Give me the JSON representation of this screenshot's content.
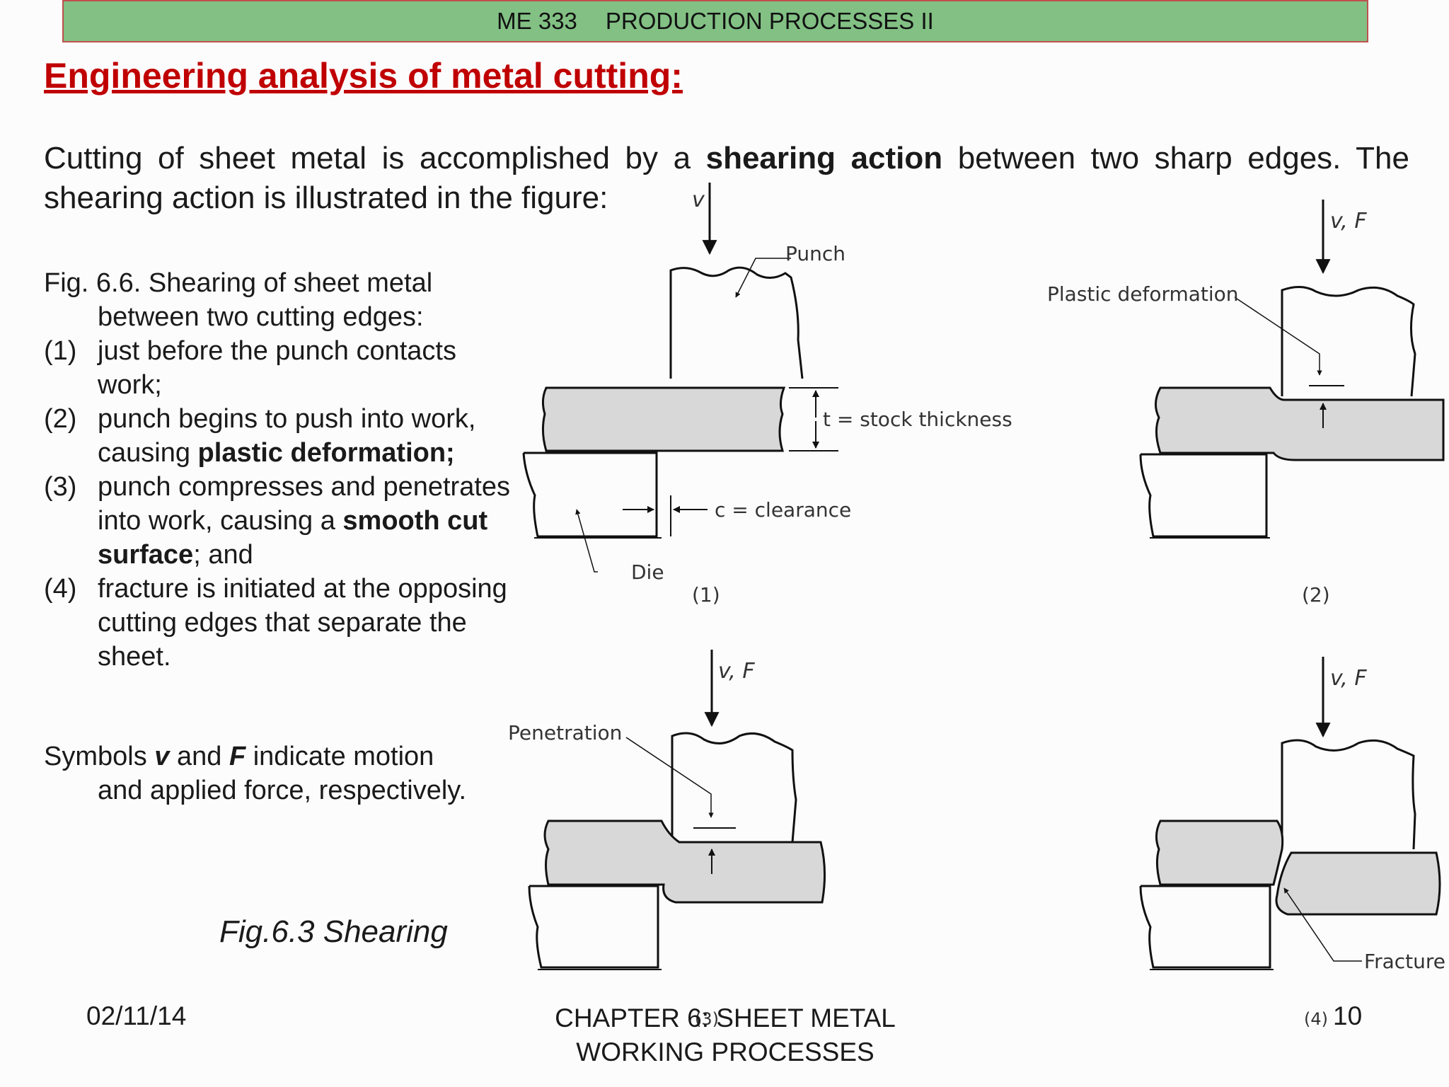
{
  "header": {
    "course": "ME 333",
    "subject": "PRODUCTION PROCESSES II"
  },
  "title": "Engineering analysis of metal cutting:",
  "intro": {
    "before": "Cutting of sheet metal is accomplished by a ",
    "bold": "shearing action",
    "after": " between two sharp edges. The shearing action is illustrated in the figure:"
  },
  "caption": {
    "lead_1": "Fig. 6.6. Shearing of sheet metal",
    "lead_2": "between two cutting edges:",
    "items": [
      {
        "num": "(1)",
        "text": "just before the punch contacts work;"
      },
      {
        "num": "(2)",
        "pre": "punch begins to push into work, causing ",
        "bold": "plastic deformation;"
      },
      {
        "num": "(3)",
        "pre": "punch compresses and penetrates into work, causing a ",
        "bold": "smooth cut surface",
        "post": "; and"
      },
      {
        "num": "(4)",
        "text": "fracture is initiated at the opposing cutting edges that separate the sheet."
      }
    ]
  },
  "symbols": {
    "pre": "Symbols ",
    "v": "v",
    "mid": " and ",
    "F": "F",
    "post": " indicate motion",
    "line2": "and applied force, respectively."
  },
  "fig_caption": "Fig.6.3 Shearing",
  "figure": {
    "v_label": "v",
    "vf_label": "v, F",
    "punch": "Punch",
    "die": "Die",
    "stock_thickness": "t = stock thickness",
    "clearance": "c = clearance",
    "plastic_deformation": "Plastic deformation",
    "penetration": "Penetration",
    "fracture": "Fracture",
    "panel_1": "(1)",
    "panel_2": "(2)",
    "panel_3": "(3)",
    "panel_4": "(4)"
  },
  "footer": {
    "date": "02/11/14",
    "chapter_line1": "CHAPTER 6: SHEET METAL",
    "chapter_line2": "WORKING PROCESSES",
    "page": "10"
  },
  "colors": {
    "header_bg": "#82c084",
    "header_border": "#c0504d",
    "title": "#c00000",
    "sheet_fill": "#d8d8d8"
  }
}
